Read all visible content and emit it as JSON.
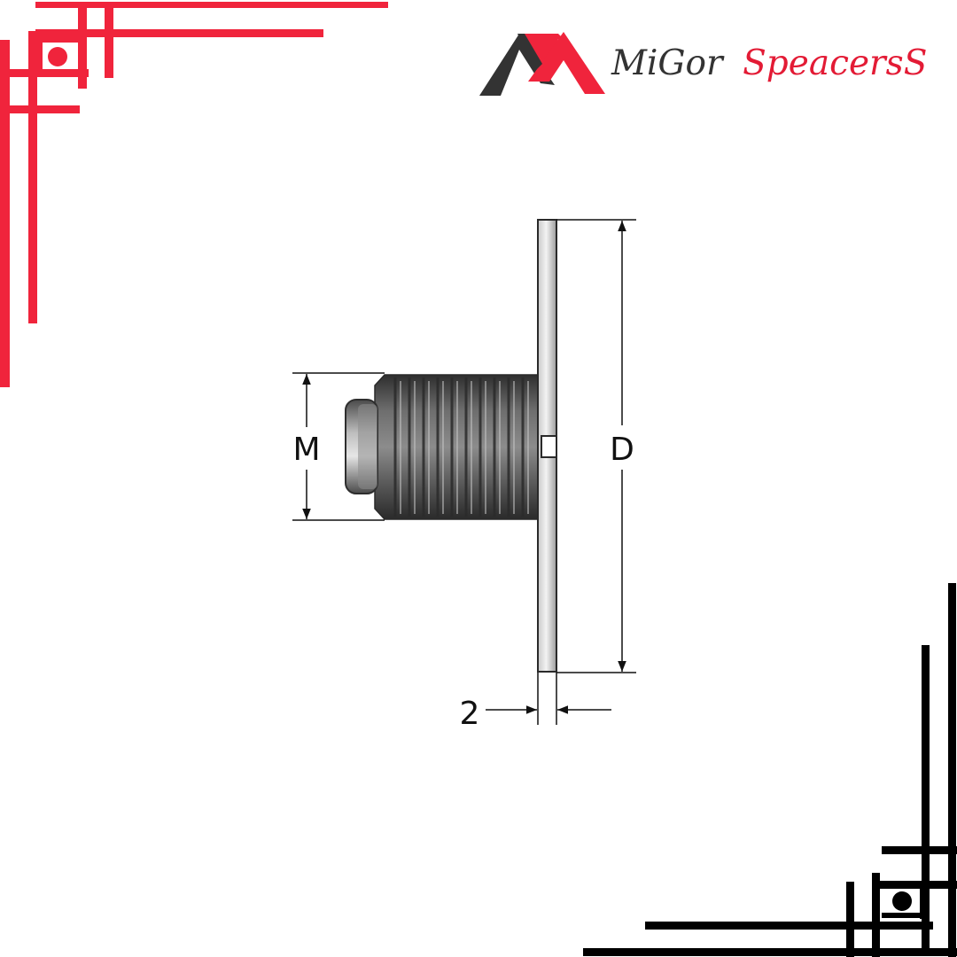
{
  "brand": {
    "name_part1": "MiGor",
    "name_part2": "SpeacersS"
  },
  "drawing": {
    "label_thread": "M",
    "label_diameter": "D",
    "label_thickness": "2"
  },
  "colors": {
    "accent": "#f0243c",
    "frame_dark": "#000000",
    "logo_dark": "#333333",
    "part_dark": "#3a3a3a",
    "part_light": "#d9d9d9"
  }
}
